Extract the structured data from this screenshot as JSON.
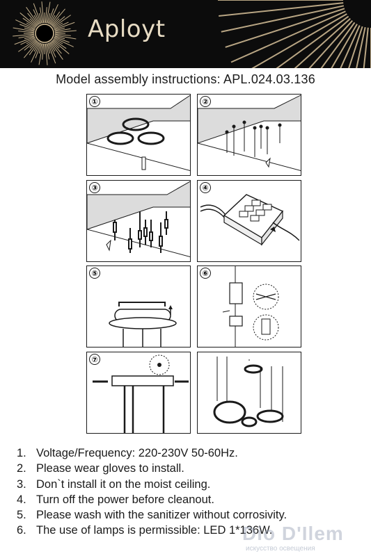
{
  "header": {
    "brand": "Aployt",
    "colors": {
      "background": "#0c0c0c",
      "accent": "#d8c29a"
    }
  },
  "document": {
    "title": "Model assembly instructions: APL.024.03.136"
  },
  "steps": [
    {
      "label": "①",
      "icon": "three-ring-ceiling-icon"
    },
    {
      "label": "②",
      "icon": "suspension-wires-icon"
    },
    {
      "label": "③",
      "icon": "wire-anchors-icon"
    },
    {
      "label": "④",
      "icon": "terminal-block-icon"
    },
    {
      "label": "⑤",
      "icon": "canopy-mount-icon"
    },
    {
      "label": "⑥",
      "icon": "cable-cut-icon"
    },
    {
      "label": "⑦",
      "icon": "canopy-screws-icon"
    },
    {
      "label": "",
      "icon": "finished-chandelier-icon"
    }
  ],
  "instructions": [
    {
      "num": "1.",
      "text": "Voltage/Frequency: 220-230V 50-60Hz."
    },
    {
      "num": "2.",
      "text": "Please wear gloves to install."
    },
    {
      "num": "3.",
      "text": "Don`t install it on the moist ceiling."
    },
    {
      "num": "4.",
      "text": "Turn off the power before cleanout."
    },
    {
      "num": "5.",
      "text": "Please wash with the sanitizer without corrosivity."
    },
    {
      "num": "6.",
      "text": "The use of lamps is permissible: LED 1*136W."
    }
  ],
  "watermark": {
    "main": "Dio D'Ilem",
    "sub": "искусство освещения"
  }
}
